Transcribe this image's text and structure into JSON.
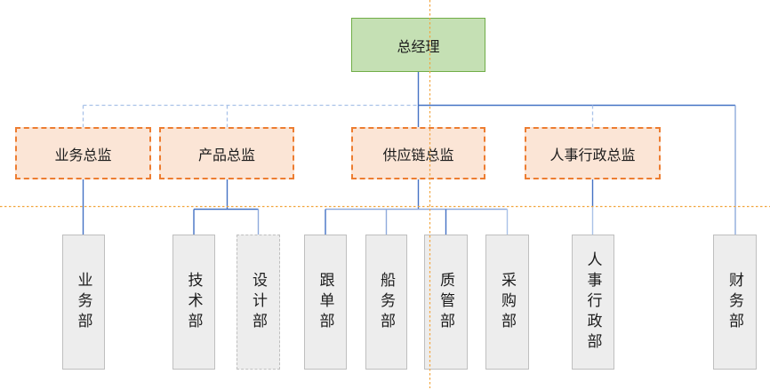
{
  "chart_type": "org-chart",
  "root": {
    "label": "总经理"
  },
  "directors": [
    {
      "label": "业务总监"
    },
    {
      "label": "产品总监"
    },
    {
      "label": "供应链总监"
    },
    {
      "label": "人事行政总监"
    }
  ],
  "departments": [
    {
      "label": "业务部",
      "parent": "业务总监"
    },
    {
      "label": "技术部",
      "parent": "产品总监"
    },
    {
      "label": "设计部",
      "parent": "产品总监"
    },
    {
      "label": "跟单部",
      "parent": "供应链总监"
    },
    {
      "label": "船务部",
      "parent": "供应链总监"
    },
    {
      "label": "质管部",
      "parent": "供应链总监"
    },
    {
      "label": "采购部",
      "parent": "供应链总监"
    },
    {
      "label": "人事行政部",
      "parent": "人事行政总监"
    },
    {
      "label": "财务部",
      "parent": "总经理"
    }
  ],
  "colors": {
    "root_fill": "#C5E0B4",
    "root_border": "#70AD47",
    "director_fill": "#FBE5D6",
    "director_border": "#ED7D31",
    "dept_fill": "#EDEDED",
    "dept_border": "#BFBFBF",
    "connector": "#4472C4",
    "connector_mid": "#8FAADC",
    "connector_light": "#A9C2E8",
    "guide": "#F2A43C"
  }
}
